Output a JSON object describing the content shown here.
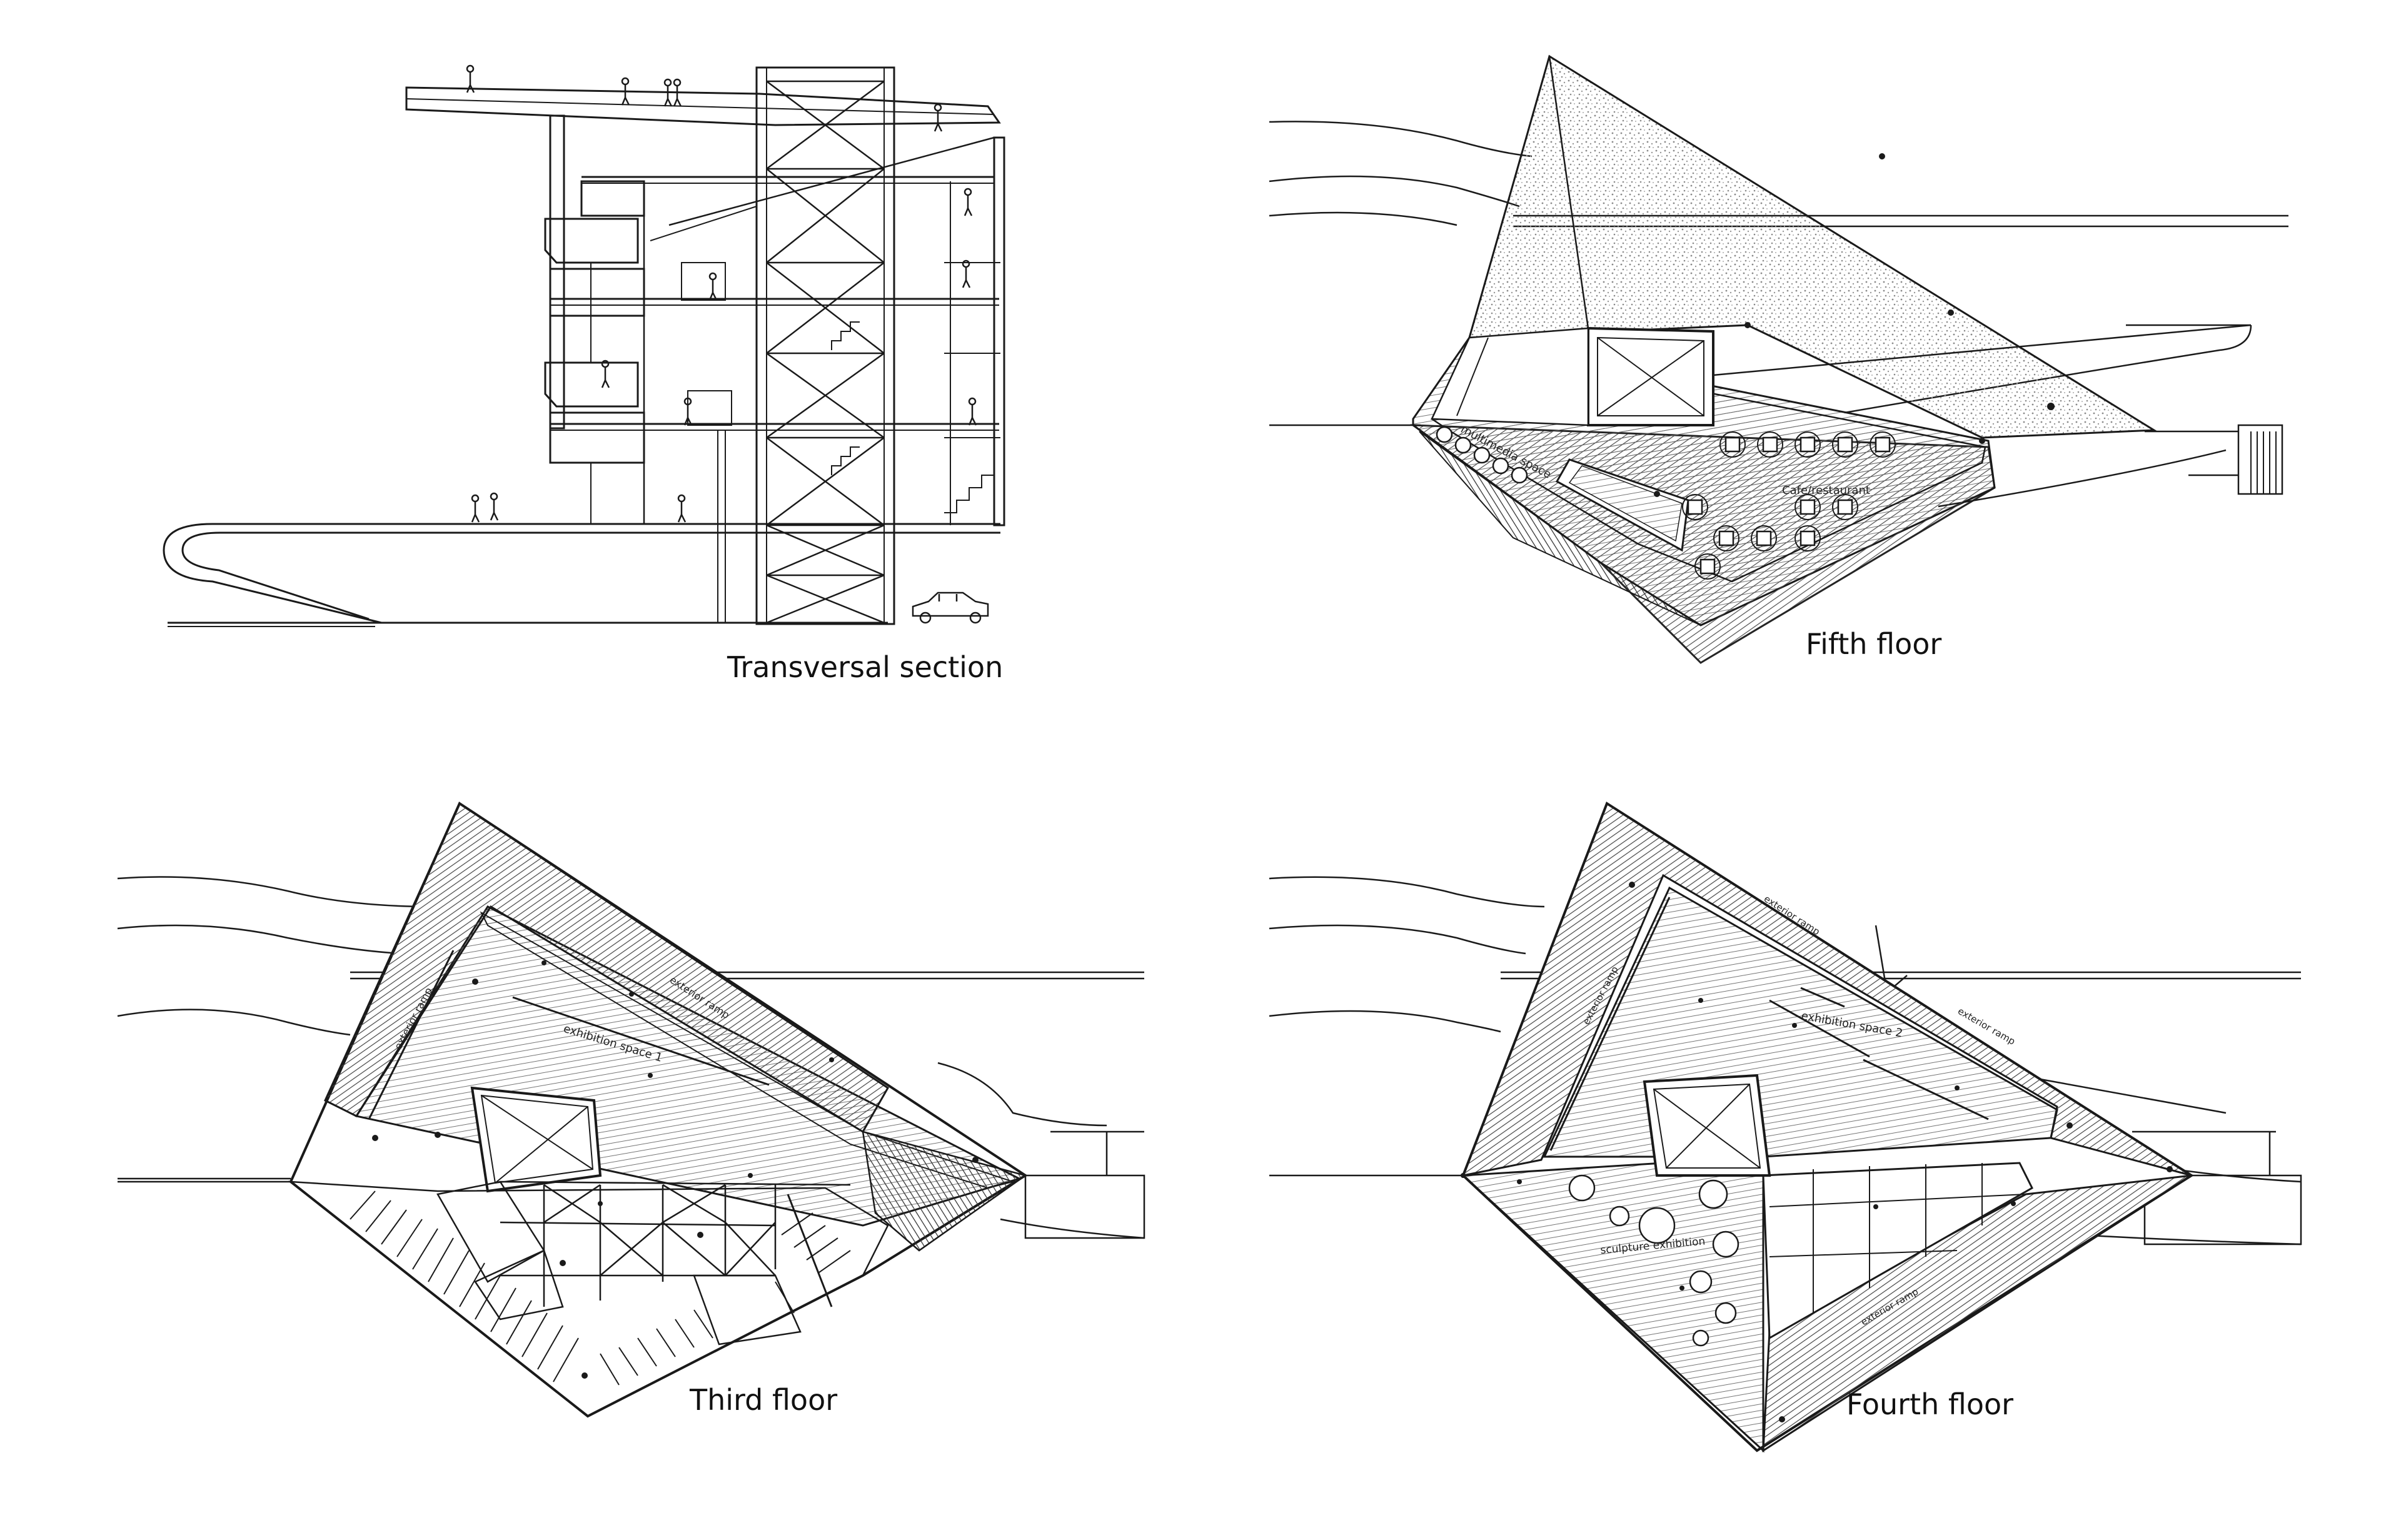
{
  "titles": {
    "section": "Transversal section",
    "fifth": "Fifth floor",
    "third": "Third floor",
    "fourth": "Fourth floor"
  },
  "labels": {
    "fifth_multi": "multimedia space",
    "fifth_cafe": "Cafe/restaurant",
    "third_exh": "exhibition space 1",
    "third_ramp": "exterior ramp",
    "third_ramp2": "exterior ramp",
    "fourth_exh": "exhibition space 2",
    "fourth_ramp_a": "exterior ramp",
    "fourth_ramp_b": "exterior ramp",
    "fourth_ramp_c": "exterior ramp",
    "fourth_sculpt": "sculpture exhibition",
    "fourth_ramp_d": "exterior ramp"
  },
  "colors": {
    "line": "#1a1a1a",
    "hatch": "#555555",
    "stipple": "#9a9a9a",
    "paper": "#ffffff"
  },
  "icons": {
    "car": "car-icon",
    "person": "person-icon"
  }
}
